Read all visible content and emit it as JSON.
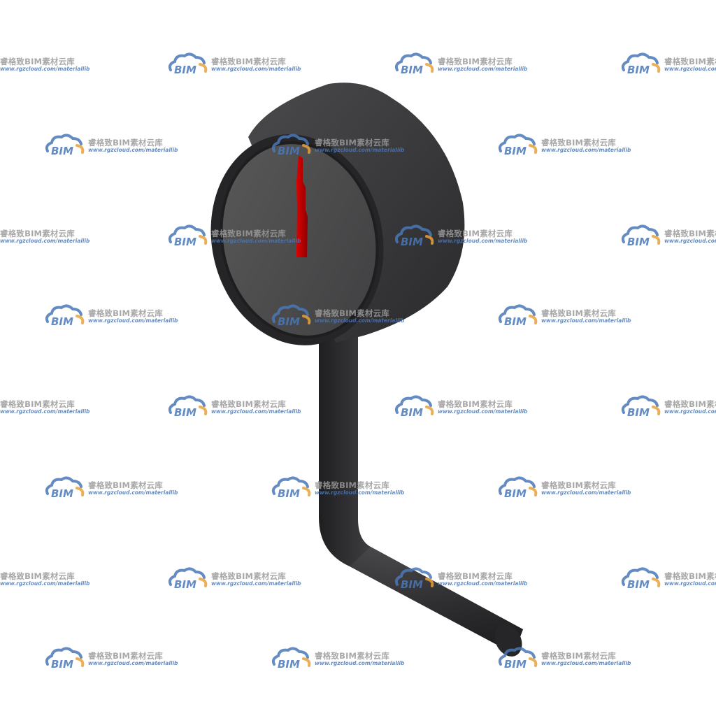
{
  "watermark": {
    "logo_text": "BIM",
    "title": "睿格致BIM素材云库",
    "url": "www.rgzcloud.com/materiallib"
  },
  "colors": {
    "background": "#ffffff",
    "gauge_body": "#3d3d3f",
    "gauge_face": "#4a4a4c",
    "pipe": "#2e2e30",
    "needle": "#cc0000",
    "logo_blue": "#4a78b8",
    "logo_orange": "#e8a23a",
    "text_gray": "#9a9a9a"
  },
  "icons": {
    "model": "pressure-gauge-icon",
    "watermark_logo": "bim-cloud-logo-icon"
  }
}
